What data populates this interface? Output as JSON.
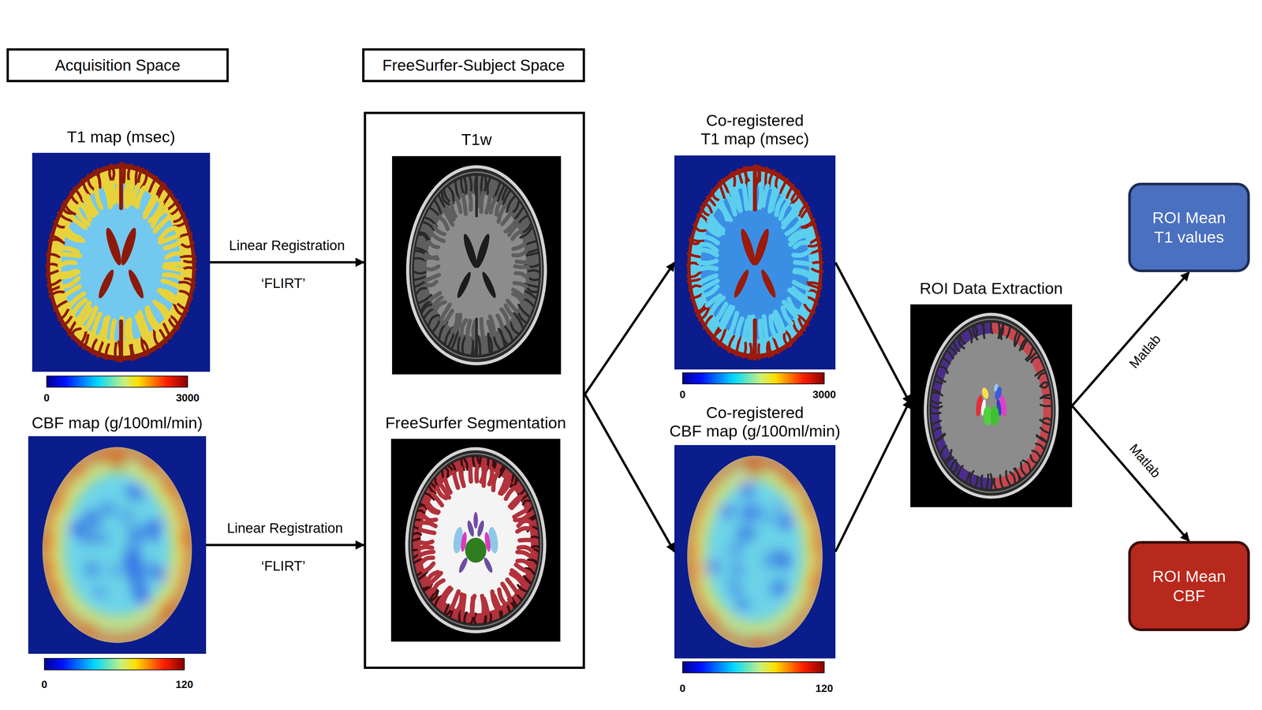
{
  "diagram": {
    "nodes": [
      {
        "text": [
          "Acquisition Space"
        ]
      },
      {
        "text": [
          "T1 map (msec)"
        ]
      },
      {
        "text": [
          "CBF map (g/100ml/min)"
        ]
      },
      {
        "text": [
          "FreeSurfer-Subject Space"
        ]
      },
      {
        "text": [
          "T1w"
        ],
        "in": 3
      },
      {
        "text": [
          "FreeSurfer Segmentation"
        ],
        "in": 3
      },
      {
        "text": [
          "Co-registered T1 map (msec)"
        ]
      },
      {
        "text": [
          "Co-registered CBF map (g/100ml/min)"
        ]
      },
      {
        "text": [
          "ROI Data Extraction"
        ]
      },
      {
        "text": [
          "ROI Mean T1 values"
        ]
      },
      {
        "text": [
          "ROI Mean CBF"
        ]
      }
    ],
    "edges": [
      {
        "from": 1,
        "to": 3,
        "label": "Linear Registration",
        "arrow": "to"
      },
      {
        "from": 2,
        "to": 3,
        "label": "Linear Registration",
        "arrow": "to"
      },
      {
        "from": 3,
        "to": 6,
        "arrow": "to"
      },
      {
        "from": 3,
        "to": 7,
        "arrow": "to"
      },
      {
        "from": 6,
        "to": 8,
        "arrow": "to"
      },
      {
        "from": 7,
        "to": 8,
        "arrow": "to"
      },
      {
        "from": 8,
        "to": 9,
        "label": "Matlab",
        "arrow": "to"
      },
      {
        "from": 8,
        "to": 10,
        "label": "Matlab",
        "arrow": "to"
      }
    ],
    "labels": [
      "‘FLIRT’",
      "‘FLIRT’",
      "0",
      "3000",
      "0",
      "120",
      "0",
      "3000",
      "0",
      "120"
    ]
  }
}
